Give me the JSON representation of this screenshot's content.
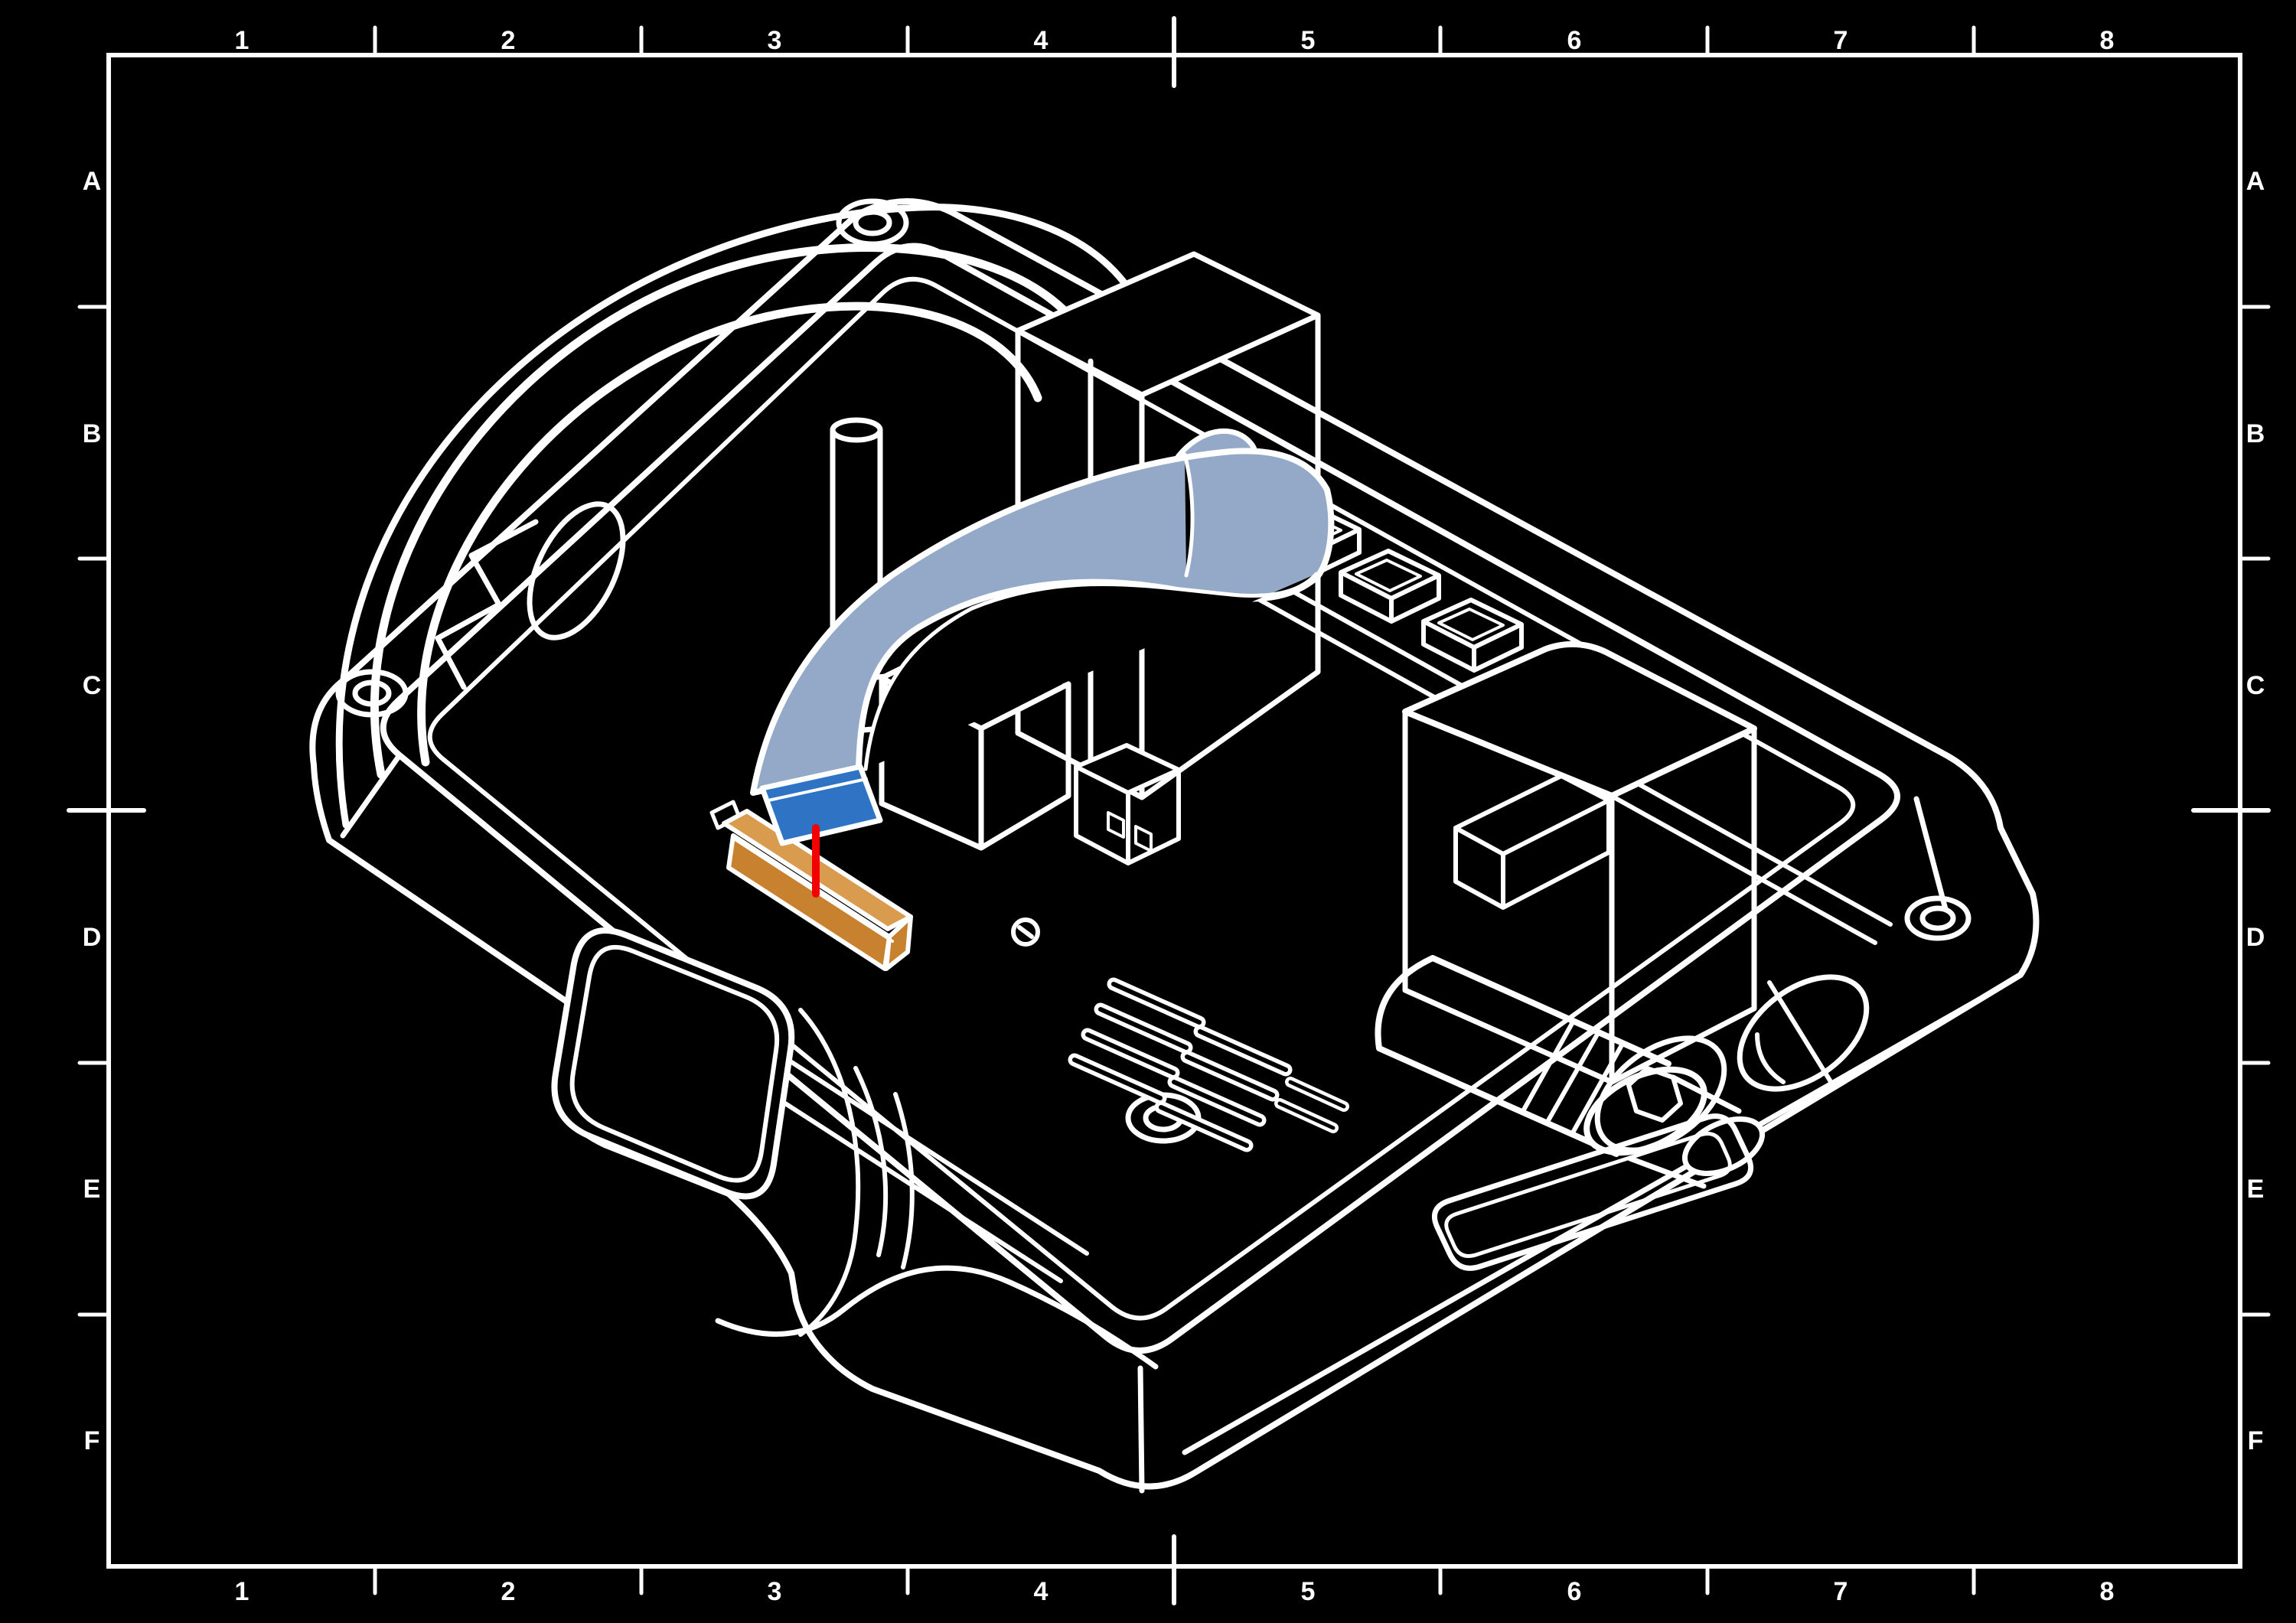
{
  "frame": {
    "columns": [
      "1",
      "2",
      "3",
      "4",
      "5",
      "6",
      "7",
      "8"
    ],
    "rows": [
      "A",
      "B",
      "C",
      "D",
      "E",
      "F"
    ]
  },
  "colors": {
    "background": "#000000",
    "line": "#FFFFFF",
    "ribbon": "#93A9C7",
    "ribbon_tip": "#2E73C4",
    "connector": "#C8822F",
    "connector_ridge": "#D99C4F",
    "indicator": "#F30000"
  },
  "diagram": {
    "kind": "isometric assembly line drawing",
    "highlighted": {
      "ribbon": "display-ribbon-cable",
      "connector": "ffc-connector-socket",
      "indicator": "insertion-direction-line"
    }
  }
}
